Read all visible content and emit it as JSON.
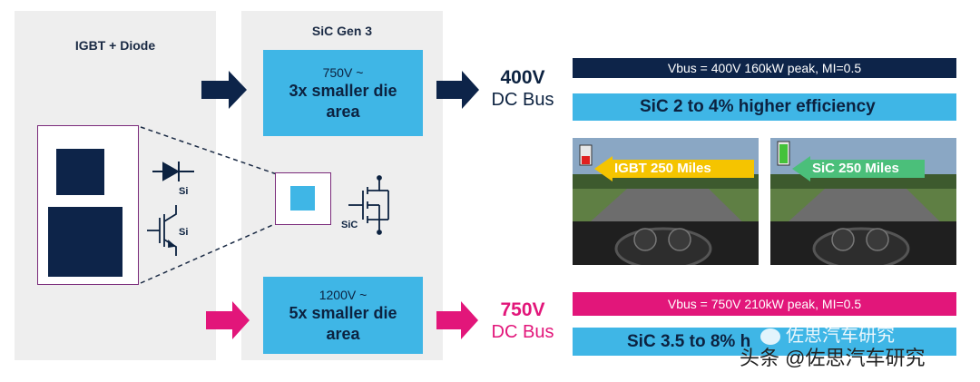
{
  "panels": {
    "igbt_title": "IGBT + Diode",
    "sic_title": "SiC Gen 3"
  },
  "boxes": {
    "top_voltage": "750V ~",
    "top_text": "3x smaller die area",
    "bottom_voltage": "1200V ~",
    "bottom_text": "5x smaller die area"
  },
  "bus": {
    "top_voltage": "400V",
    "top_label": "DC Bus",
    "bottom_voltage": "750V",
    "bottom_label": "DC Bus"
  },
  "bars": {
    "top_spec": "Vbus = 400V    160kW peak, MI=0.5",
    "top_efficiency": "SiC 2 to 4% higher efficiency",
    "bottom_spec": "Vbus = 750V    210kW peak, MI=0.5",
    "bottom_efficiency": "SiC  3.5 to 8% h"
  },
  "photos": {
    "igbt_label": "IGBT 250 Miles",
    "sic_label": "SiC 250 Miles"
  },
  "symbols": {
    "diode_label": "Si",
    "igbt_label": "Si",
    "mosfet_label": "SiC"
  },
  "watermark": {
    "top": "佐思汽车研究",
    "bottom": "头条 @佐思汽车研究"
  },
  "colors": {
    "navy": "#0d2449",
    "cyan": "#3fb6e6",
    "magenta": "#e2167a",
    "purple_border": "#7a2a7a"
  }
}
